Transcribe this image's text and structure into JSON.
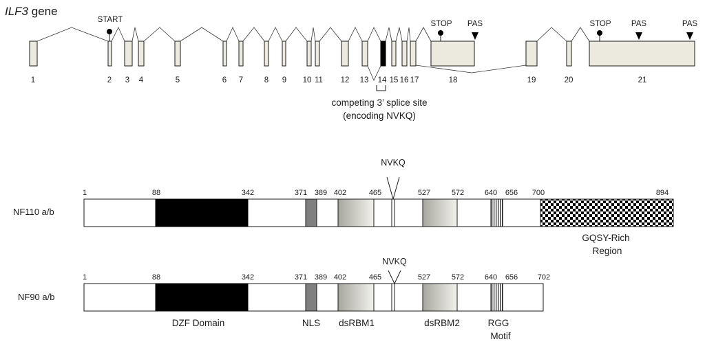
{
  "gene": {
    "name": "ILF3",
    "suffix": " gene",
    "exon_labels": [
      "1",
      "2",
      "3",
      "4",
      "5",
      "6",
      "7",
      "8",
      "9",
      "10",
      "11",
      "12",
      "13",
      "14",
      "15",
      "16",
      "17",
      "18",
      "19",
      "20",
      "21"
    ],
    "markers": {
      "start": "START",
      "stop": "STOP",
      "pas": "PAS"
    },
    "note_line1": "competing 3’ splice site",
    "note_line2": "(encoding NVKQ)"
  },
  "proteins": [
    {
      "name": "NF110 a/b",
      "positions": [
        "1",
        "88",
        "342",
        "371",
        "389",
        "402",
        "465",
        "527",
        "572",
        "640",
        "656",
        "700",
        "894"
      ],
      "nvkq": "NVKQ"
    },
    {
      "name": "NF90 a/b",
      "positions": [
        "1",
        "88",
        "342",
        "371",
        "389",
        "402",
        "465",
        "527",
        "572",
        "640",
        "656",
        "702"
      ],
      "nvkq": "NVKQ"
    }
  ],
  "domain_labels": {
    "gqsy_line1": "GQSY-Rich",
    "gqsy_line2": "Region",
    "dzf": "DZF Domain",
    "nls": "NLS",
    "dsrbm1": "dsRBM1",
    "dsrbm2": "dsRBM2",
    "rgg_line1": "RGG",
    "rgg_line2": "Motif"
  },
  "colors": {
    "exon_fill": "#ece9df",
    "dzf_fill": "#000000",
    "nls_fill": "#7f7f7f"
  }
}
